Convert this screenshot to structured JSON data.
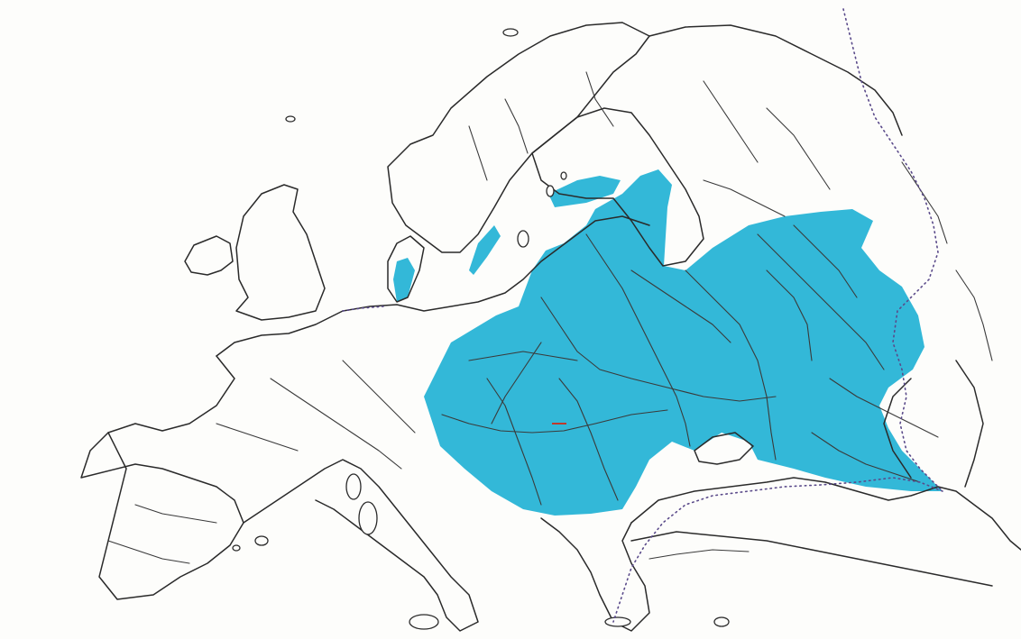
{
  "map": {
    "colors": {
      "background": "#fdfdfb",
      "highlight_region": "#33b8d8",
      "outline": "#2a2a2a",
      "dotted_boundary": "#5a4a8a"
    },
    "highlighted_area": "central-eastern-europe",
    "features": [
      "coastlines",
      "rivers",
      "dotted-boundary",
      "highlighted-region"
    ]
  }
}
